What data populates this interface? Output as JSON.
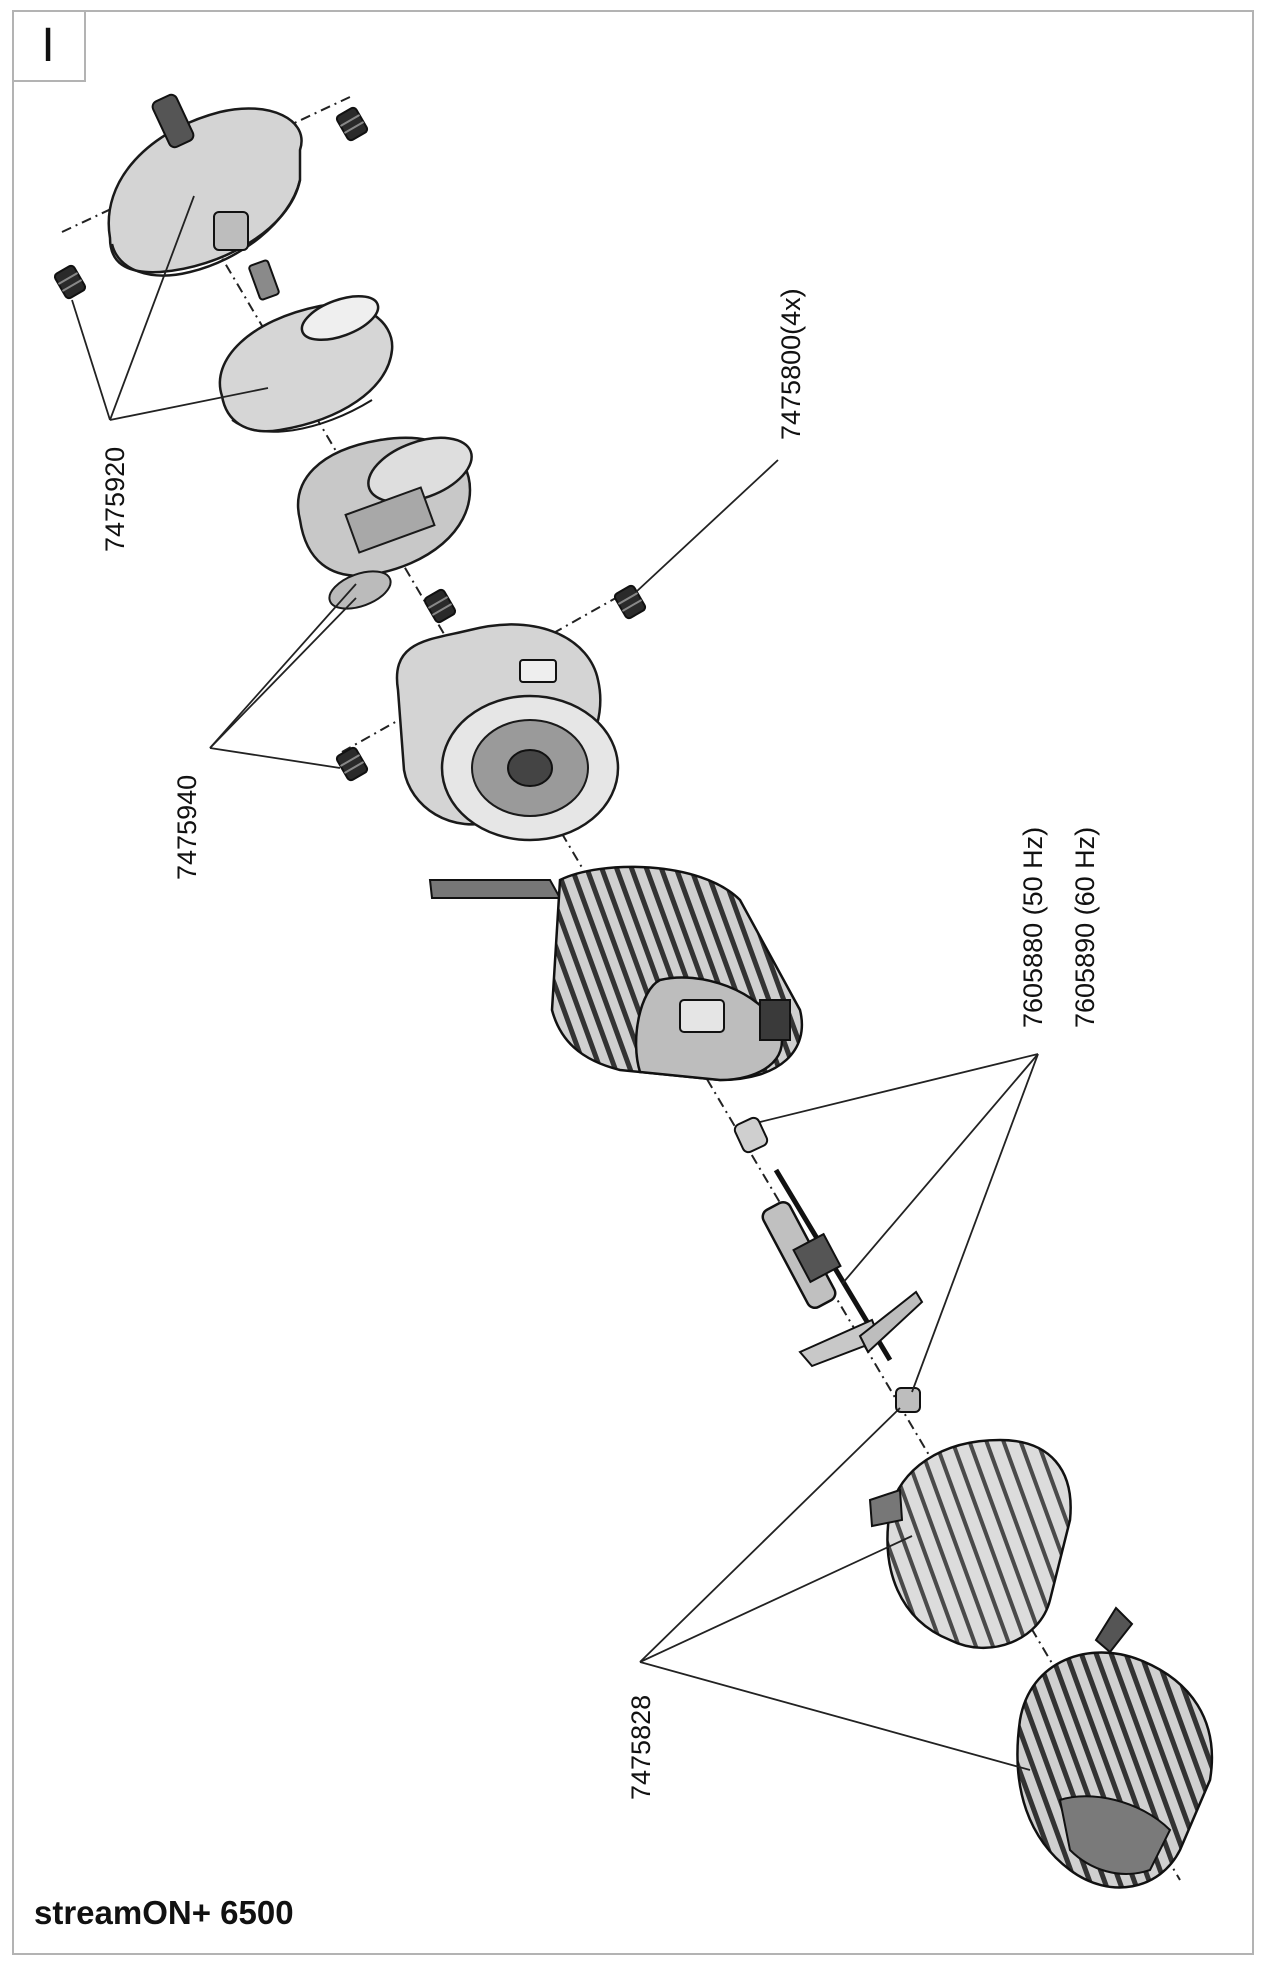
{
  "section_letter": "I",
  "product": "streamON+ 6500",
  "part_labels": {
    "p7475920": "7475920",
    "p7475940": "7475940",
    "p7475800": "7475800(4x)",
    "p7605880": "7605880 (50 Hz)",
    "p7605890": "7605890 (60 Hz)",
    "p7475828": "7475828"
  },
  "colors": {
    "part_fill": "#d4d4d4",
    "part_shade": "#a8a8a8",
    "part_dark": "#2a2a2a",
    "outline": "#1a1a1a",
    "frame": "#b3b3b3"
  }
}
